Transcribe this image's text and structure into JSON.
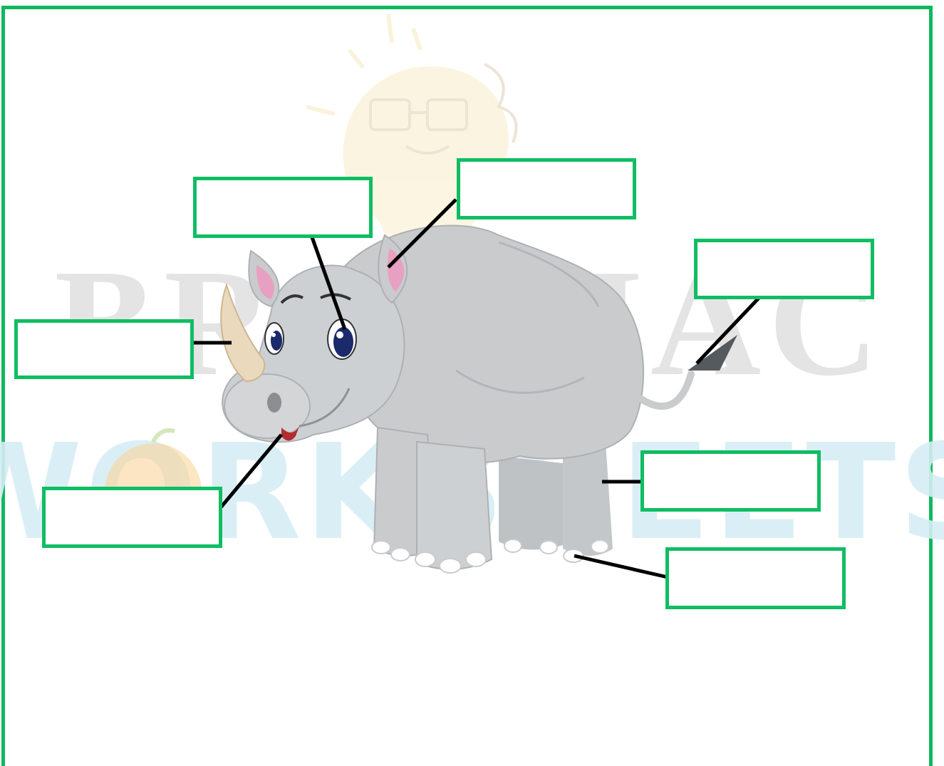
{
  "watermark": {
    "line1": "BRAINIAC",
    "line2": "WORKSHEETS"
  },
  "labels": [
    {
      "id": "horn",
      "text": ""
    },
    {
      "id": "eye",
      "text": ""
    },
    {
      "id": "ear",
      "text": ""
    },
    {
      "id": "tail",
      "text": ""
    },
    {
      "id": "mouth",
      "text": ""
    },
    {
      "id": "leg",
      "text": ""
    },
    {
      "id": "toes",
      "text": ""
    }
  ],
  "colors": {
    "frame": "#0fb85e",
    "label_border": "#10bd63",
    "leader_line": "#000000",
    "rhino_body": "#c9cbcd",
    "horn": "#ead9bd",
    "inner_ear": "#e8a0c2"
  }
}
